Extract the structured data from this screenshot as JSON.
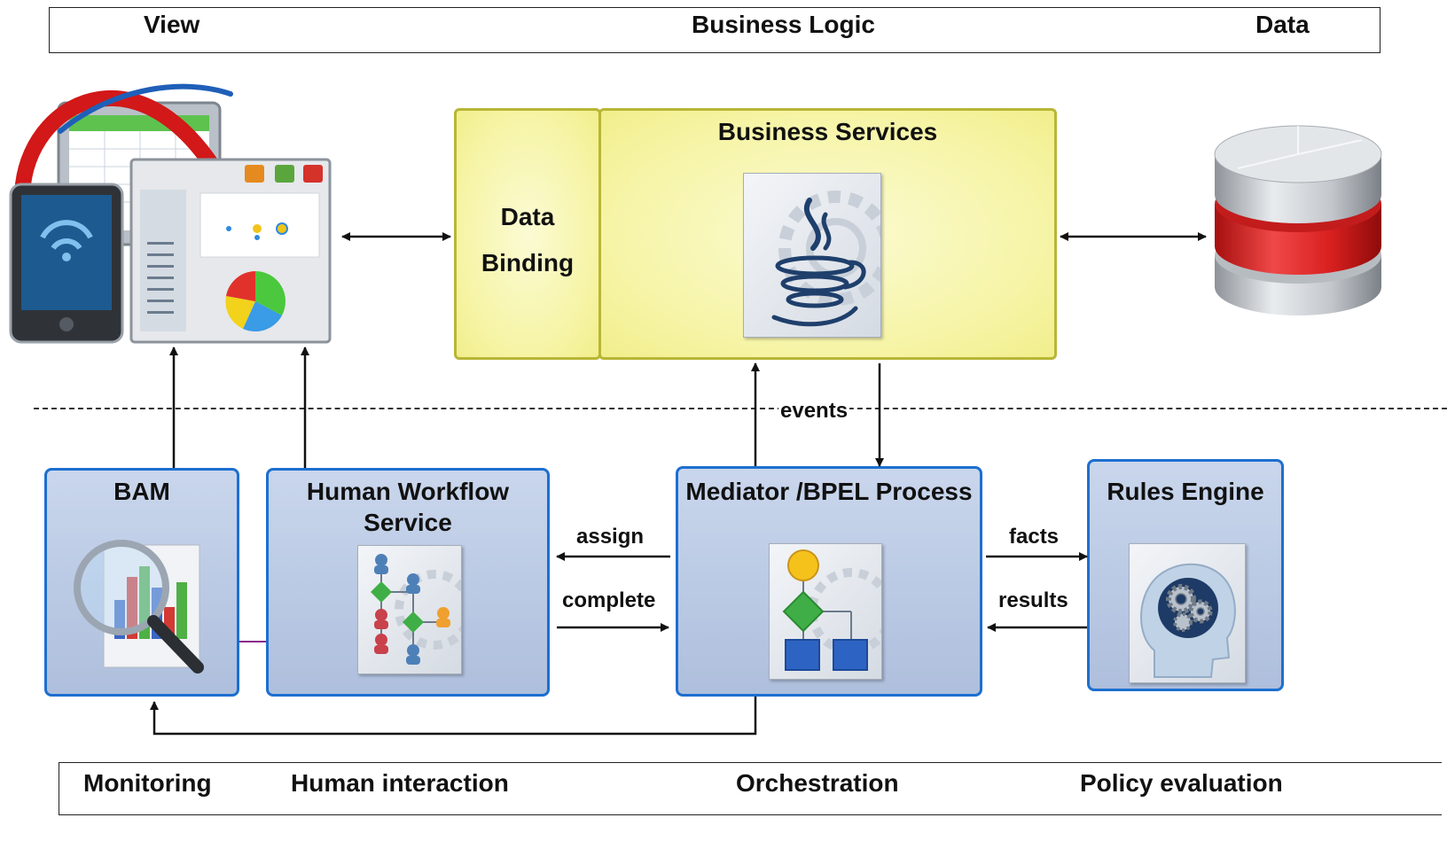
{
  "layers": {
    "top": [
      "View",
      "Business Logic",
      "Data"
    ],
    "bottom": [
      "Monitoring",
      "Human interaction",
      "Orchestration",
      "Policy evaluation"
    ]
  },
  "boxes": {
    "data_binding": "Data Binding",
    "business_services": "Business Services",
    "bam": "BAM",
    "human_workflow": "Human Workflow Service",
    "mediator": "Mediator /BPEL Process",
    "rules_engine": "Rules Engine"
  },
  "edges": {
    "events": "events",
    "assign": "assign",
    "complete": "complete",
    "facts": "facts",
    "results": "results"
  },
  "icons": {
    "client_devices": "devices-icon",
    "database": "database-icon",
    "java": "java-icon",
    "bam": "chart-magnifier-icon",
    "workflow": "workflow-icon",
    "process": "process-icon",
    "rules": "brain-gears-icon"
  },
  "colors": {
    "yellow_fill": "#f6f4a4",
    "yellow_border": "#b8b636",
    "blue_fill": "#b8c8e4",
    "blue_border": "#1d6fd0",
    "db_red": "#d81f1f"
  }
}
